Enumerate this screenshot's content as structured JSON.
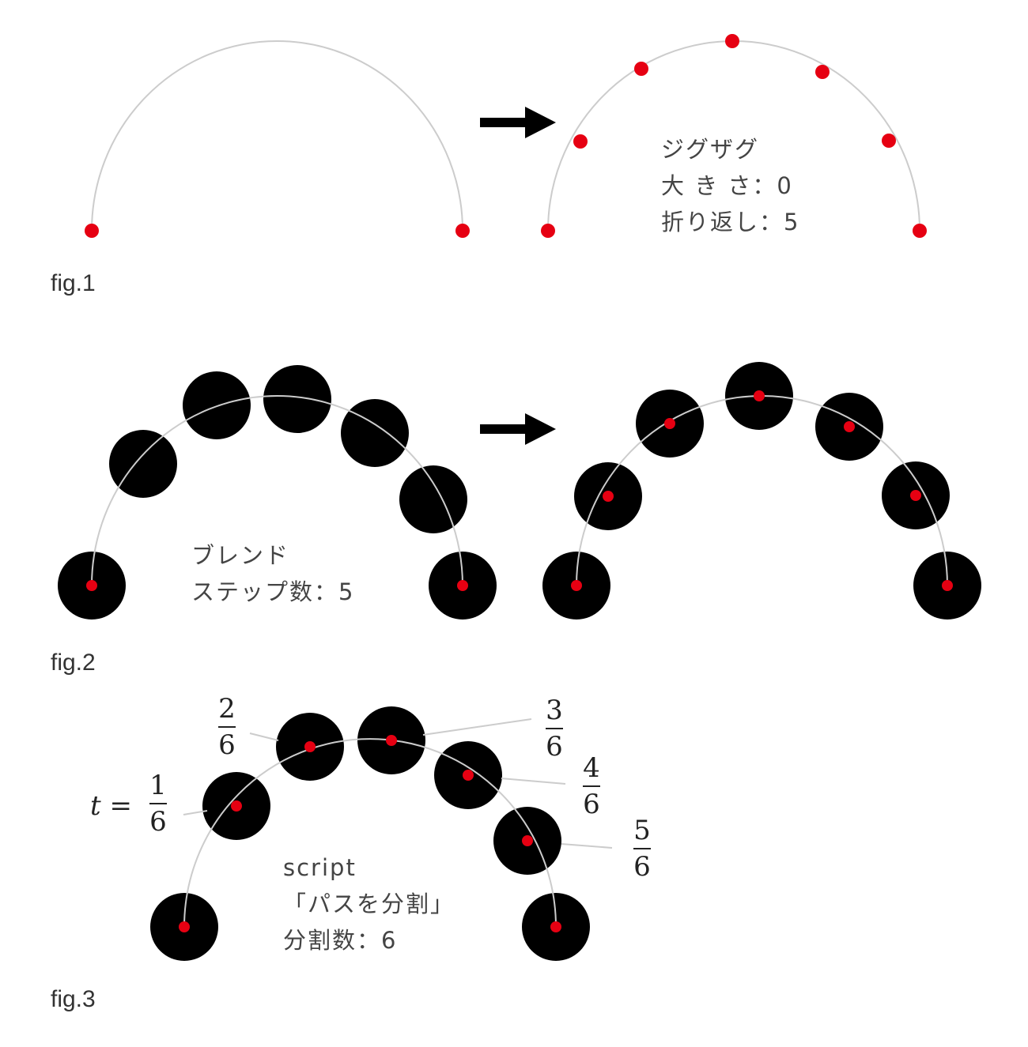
{
  "colors": {
    "curve": "#cccccc",
    "point": "#e60012",
    "circle": "#000000",
    "arrow": "#000000"
  },
  "fig1": {
    "caption": "fig.1",
    "settings": [
      "ジグザグ",
      "大 き さ：0",
      "折り返し：5"
    ]
  },
  "fig2": {
    "caption": "fig.2",
    "settings": [
      "ブレンド",
      "ステップ数：5"
    ]
  },
  "fig3": {
    "caption": "fig.3",
    "settings": [
      "script",
      "「パスを分割」",
      "分割数：6"
    ],
    "t_label": "t =",
    "fractions": [
      {
        "num": "1",
        "den": "6"
      },
      {
        "num": "2",
        "den": "6"
      },
      {
        "num": "3",
        "den": "6"
      },
      {
        "num": "4",
        "den": "6"
      },
      {
        "num": "5",
        "den": "6"
      }
    ]
  }
}
